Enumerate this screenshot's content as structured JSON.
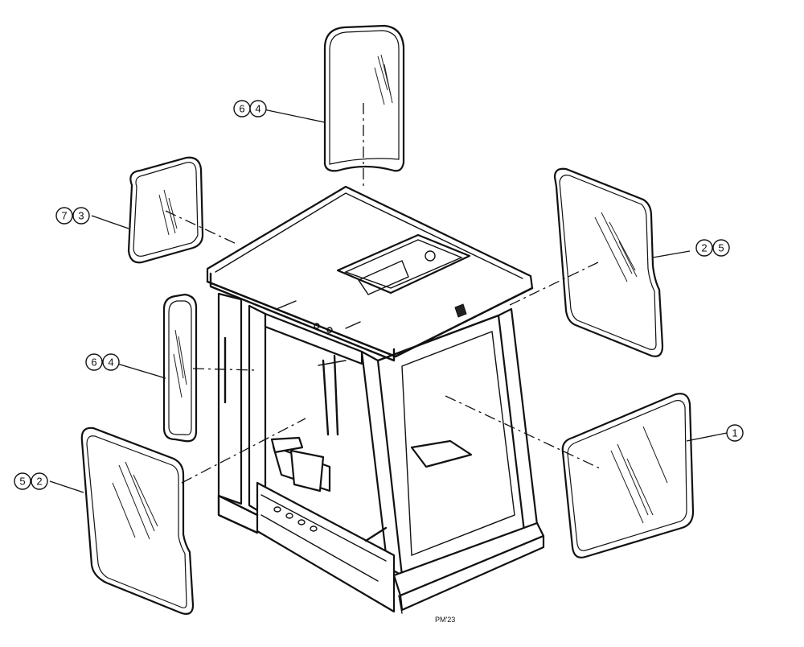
{
  "callouts": {
    "top_glass": [
      "6",
      "4"
    ],
    "left_upper_glass": [
      "7",
      "3"
    ],
    "right_rear_glass": [
      "2",
      "5"
    ],
    "left_narrow_glass": [
      "6",
      "4"
    ],
    "front_door_glass": [
      "1"
    ],
    "left_door_glass": [
      "5",
      "2"
    ]
  },
  "drawing_code": "PM'23"
}
